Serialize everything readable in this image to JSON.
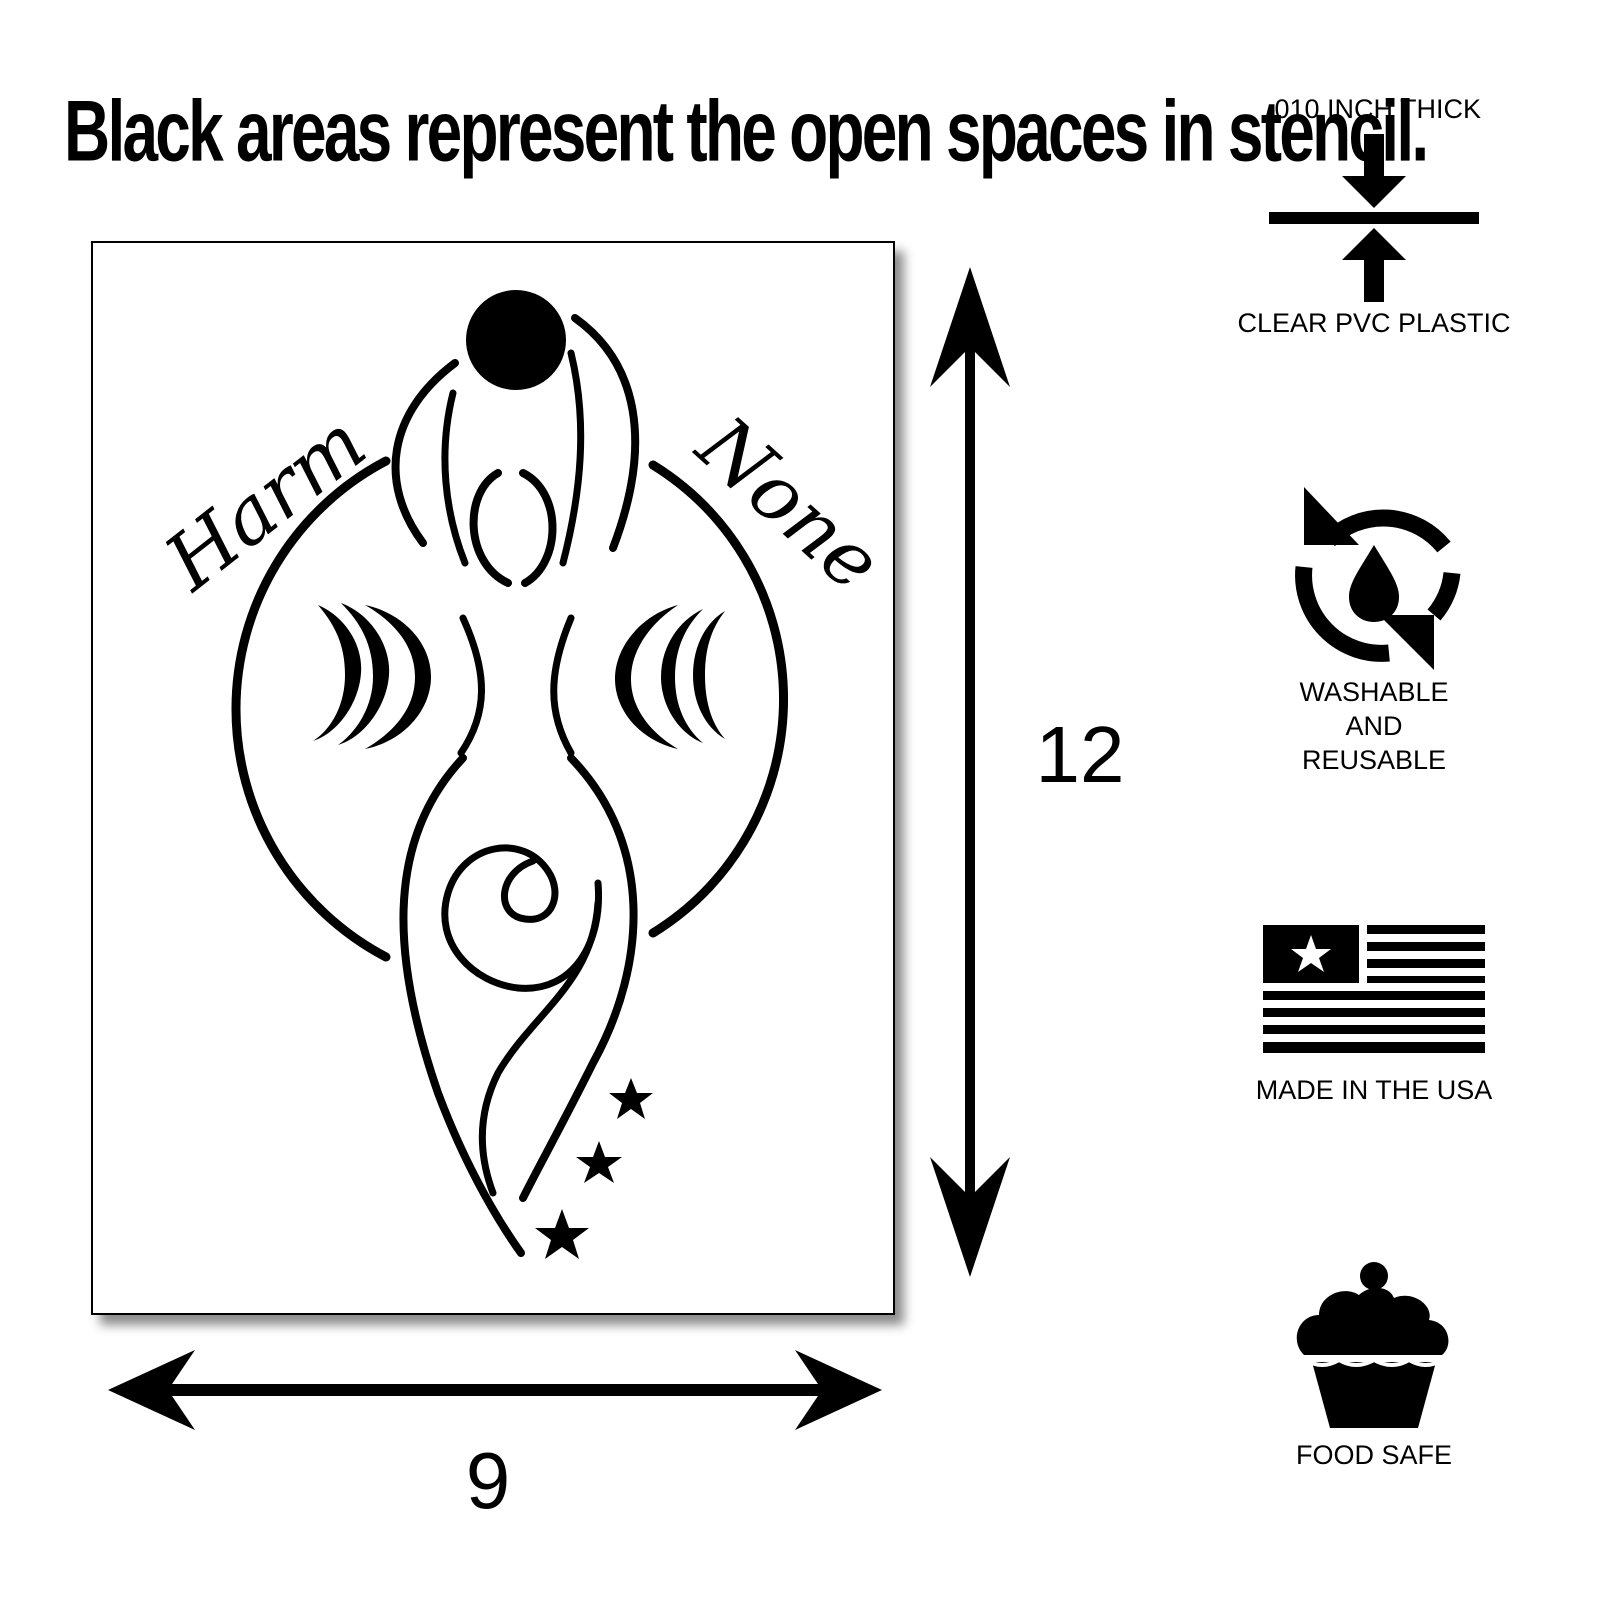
{
  "headline": "Black areas represent the open spaces in stencil.",
  "stencil": {
    "text_left": "Harm",
    "text_right": "None"
  },
  "dimensions": {
    "width_label": "9",
    "height_label": "12"
  },
  "features": {
    "thickness": {
      "top_text": ".010 INCH THICK",
      "bottom_text": "CLEAR PVC PLASTIC",
      "icon": "thickness-arrows-icon"
    },
    "washable": {
      "lines": [
        "WASHABLE",
        "AND",
        "REUSABLE"
      ],
      "icon": "recycle-drop-icon"
    },
    "usa": {
      "text": "MADE IN THE USA",
      "icon": "flag-icon"
    },
    "food": {
      "text": "FOOD SAFE",
      "icon": "cupcake-icon"
    }
  },
  "colors": {
    "ink": "#000000",
    "background": "#ffffff"
  }
}
